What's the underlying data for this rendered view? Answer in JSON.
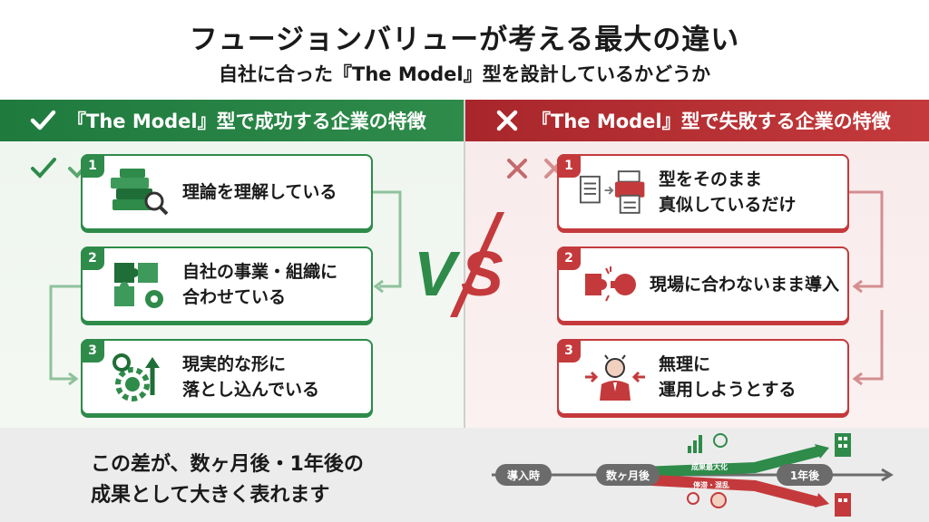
{
  "header": {
    "title": "フュージョンバリューが考える最大の違い",
    "subtitle": "自社に合った『The Model』型を設計しているかどうか"
  },
  "left_panel": {
    "heading": "『The Model』型で成功する企業の特徴",
    "color": "#2e8b4a",
    "items": [
      {
        "number": "1",
        "text": "理論を理解している",
        "icon": "books-magnifier-icon"
      },
      {
        "number": "2",
        "lines": [
          "自社の事業・組織に",
          "合わせている"
        ],
        "icon": "puzzle-gear-icon"
      },
      {
        "number": "3",
        "lines": [
          "現実的な形に",
          "落とし込んでいる"
        ],
        "icon": "gears-arrow-icon"
      }
    ]
  },
  "right_panel": {
    "heading": "『The Model』型で失敗する企業の特徴",
    "color": "#c43a3c",
    "items": [
      {
        "number": "1",
        "lines": [
          "型をそのまま",
          "真似しているだけ"
        ],
        "icon": "document-copier-icon"
      },
      {
        "number": "2",
        "text": "現場に合わないまま導入",
        "icon": "mismatched-puzzle-icon"
      },
      {
        "number": "3",
        "lines": [
          "無理に",
          "運用しようとする"
        ],
        "icon": "stressed-person-icon"
      }
    ]
  },
  "vs_label": "VS",
  "bottom": {
    "lines": [
      "この差が、数ヶ月後・1年後の",
      "成果として大きく表れます"
    ],
    "timeline": {
      "stages": [
        "導入時",
        "数ヶ月後",
        "1年後"
      ],
      "upper_label": "成果最大化",
      "lower_label": "停滞・混乱"
    }
  }
}
